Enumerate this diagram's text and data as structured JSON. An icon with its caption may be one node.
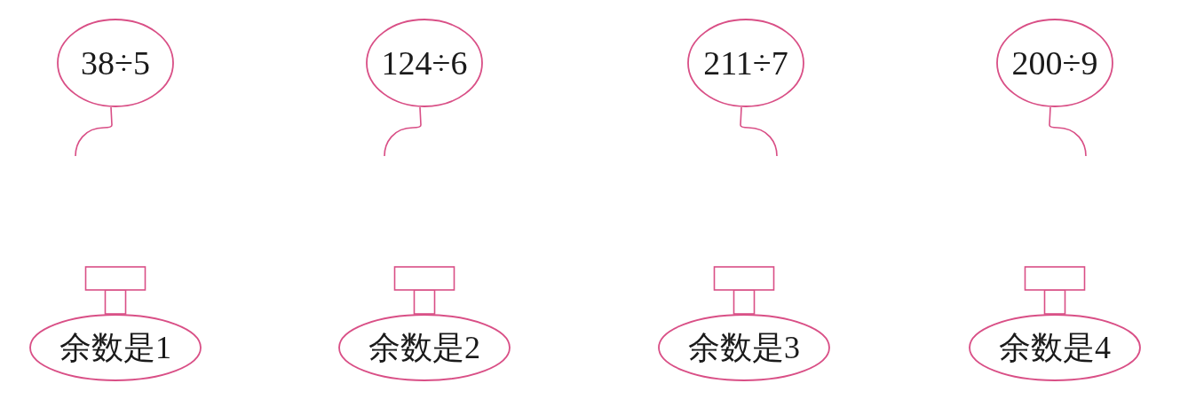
{
  "diagram": {
    "nodes": [
      {
        "text": [
          "38÷5"
        ]
      },
      {
        "text": [
          "124÷6"
        ]
      },
      {
        "text": [
          "211÷7"
        ]
      },
      {
        "text": [
          "200÷9"
        ]
      },
      {
        "text": [
          "余数是1"
        ]
      },
      {
        "text": [
          "余数是2"
        ]
      },
      {
        "text": [
          "余数是3"
        ]
      },
      {
        "text": [
          "余数是4"
        ]
      }
    ]
  }
}
